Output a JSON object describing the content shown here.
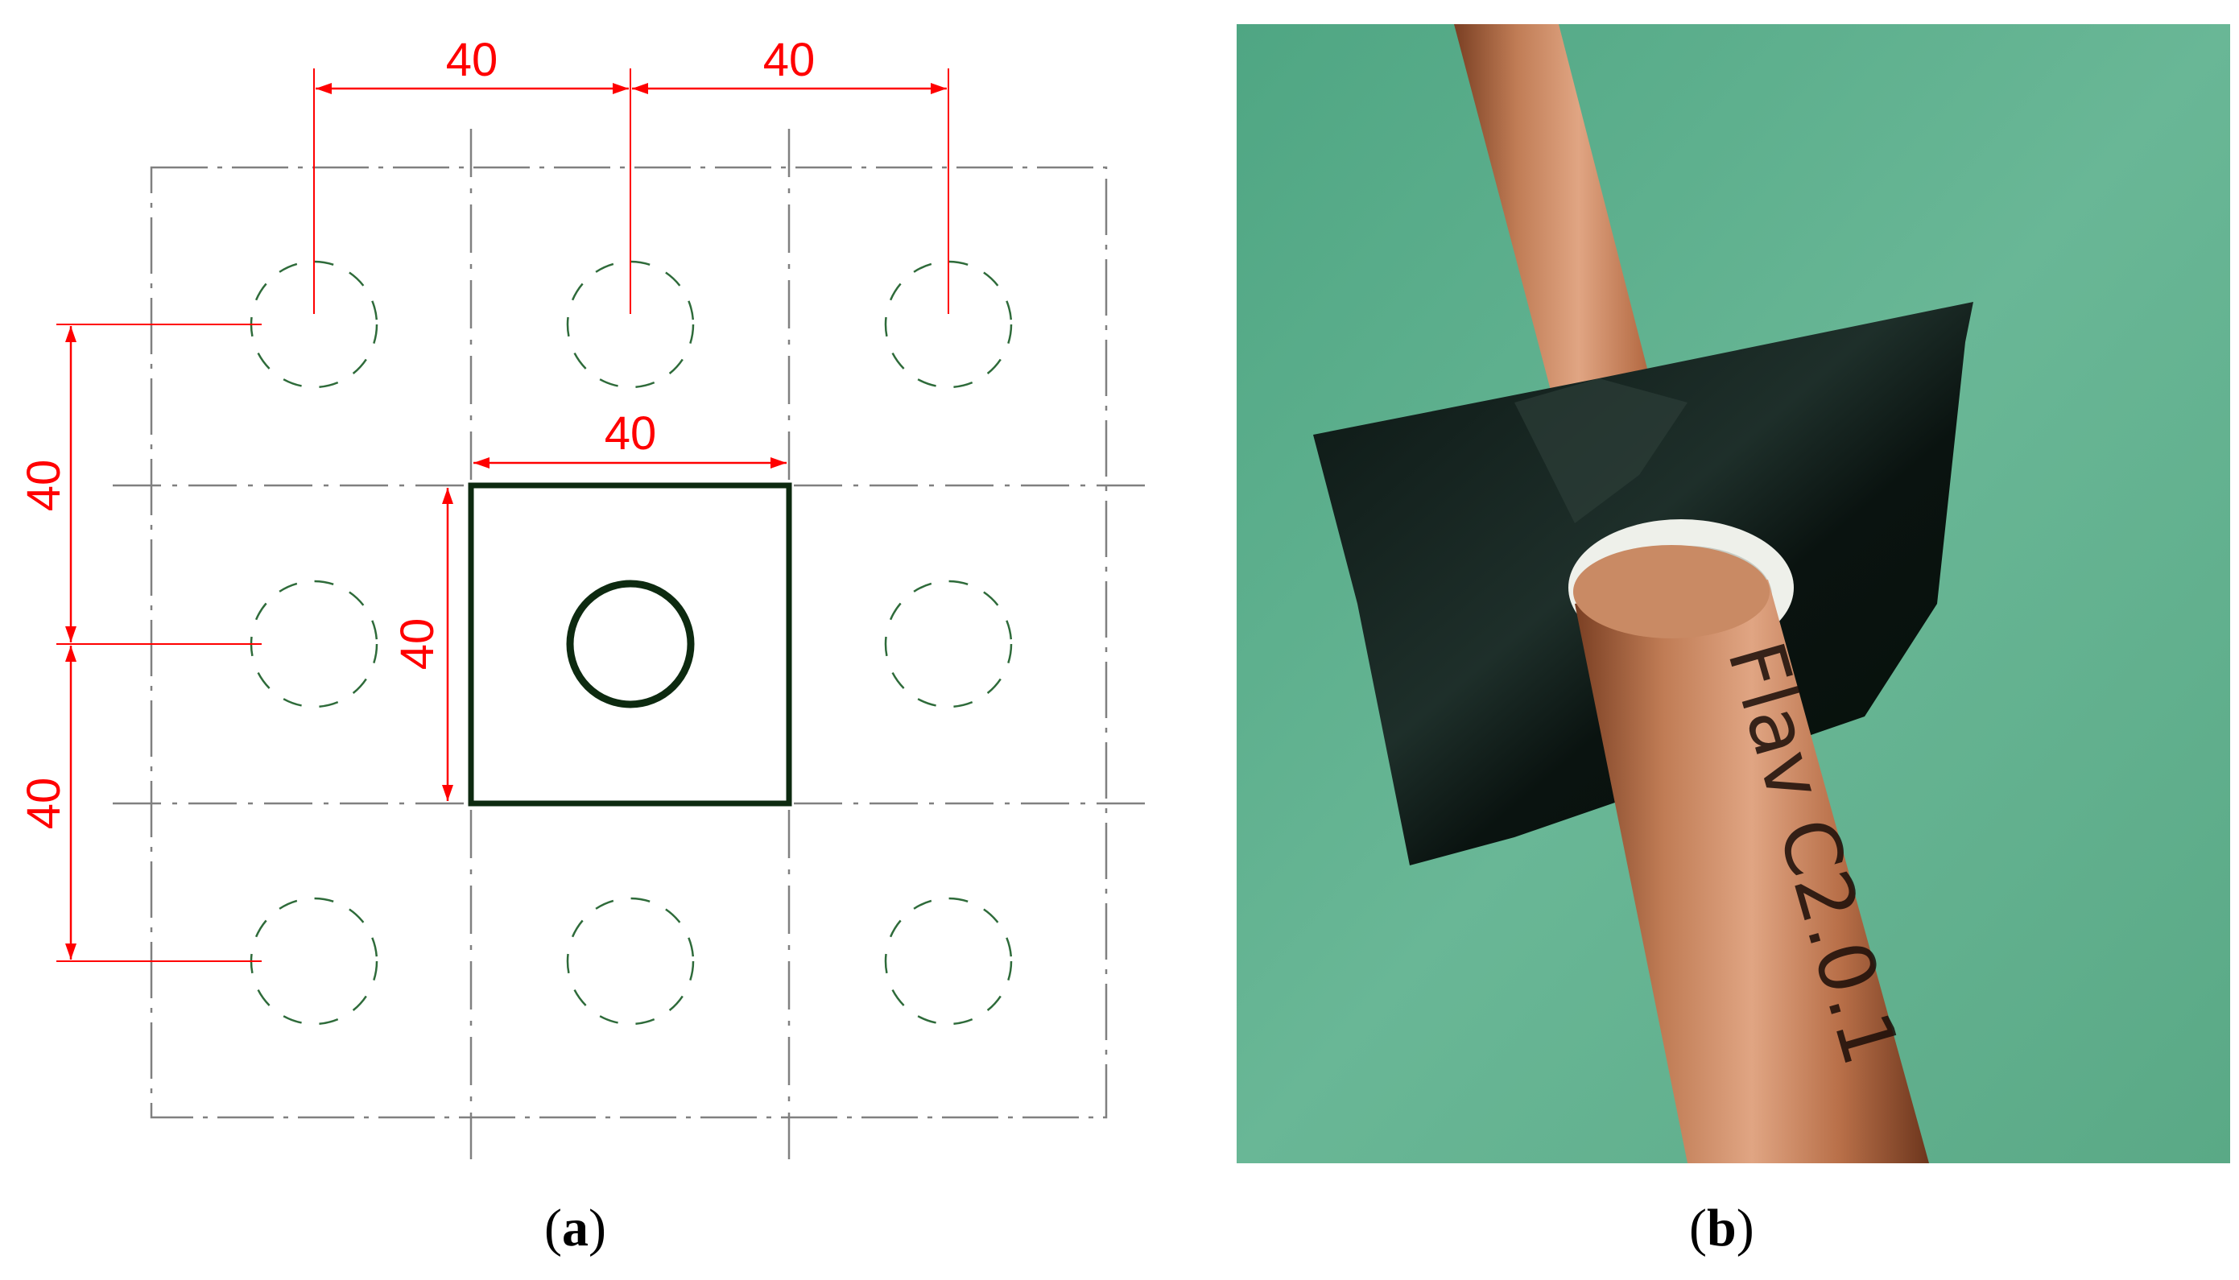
{
  "panel_a": {
    "dimension_labels": {
      "top_left": "40",
      "top_right": "40",
      "inner_top": "40",
      "inner_left": "40",
      "left_upper": "40",
      "left_lower": "40"
    },
    "caption": {
      "open": "(",
      "letter": "a",
      "close": ")"
    }
  },
  "panel_b": {
    "photo_text": "Flav C2.0.1",
    "caption": {
      "open": "(",
      "letter": "b",
      "close": ")"
    }
  },
  "colors": {
    "dimension": "#ff0000",
    "outline": "#808080",
    "dashed_circle": "#2e6b3a",
    "specimen": "#0d2a10",
    "background_green": "#5fb08e",
    "copper": "#b8714a",
    "plate": "#0e1a16",
    "ice": "#eef0ea"
  }
}
